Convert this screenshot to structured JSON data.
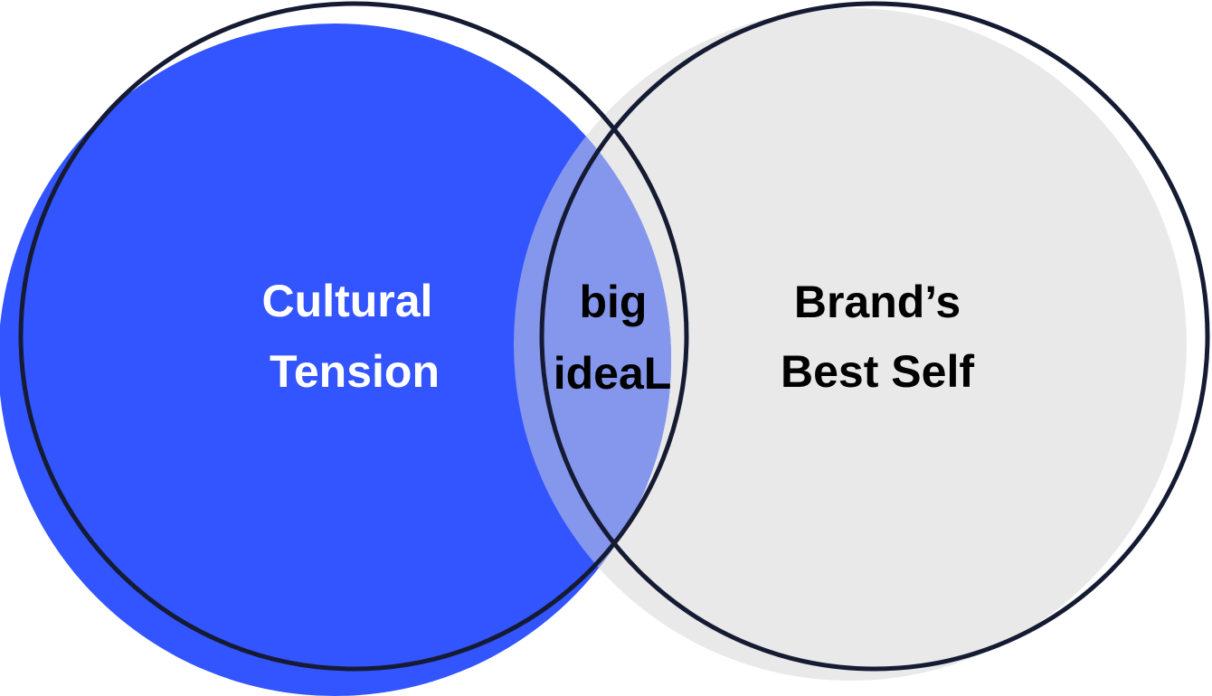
{
  "diagram": {
    "left_circle": {
      "line1": "Cultural",
      "line2": "Tension"
    },
    "right_circle": {
      "line1": "Brand’s",
      "line2": "Best Self"
    },
    "overlap": {
      "line1": "big",
      "line2": "ideaL"
    }
  },
  "colors": {
    "left_fill": "#3355FF",
    "right_fill": "#E9E9E9",
    "overlap_fill": "#8597EC",
    "outline": "#151B33",
    "left_text": "#FFFFFF",
    "right_text": "#000000",
    "overlap_text": "#000000"
  }
}
